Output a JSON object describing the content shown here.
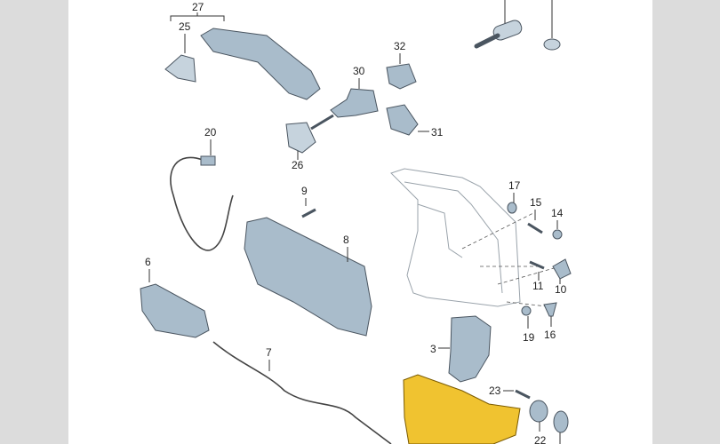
{
  "diagram": {
    "callouts": {
      "p3": "3",
      "p6": "6",
      "p7": "7",
      "p8": "8",
      "p9": "9",
      "p10": "10",
      "p11": "11",
      "p14": "14",
      "p15": "15",
      "p16": "16",
      "p17": "17",
      "p19": "19",
      "p20": "20",
      "p22": "22",
      "p23": "23",
      "p25": "25",
      "p26": "26",
      "p27": "27",
      "p30": "30",
      "p31": "31",
      "p32": "32"
    },
    "colors": {
      "background": "#ffffff",
      "border": "#dcdcdc",
      "lock_unit": "#f0c330",
      "parts": "#a9bccb"
    }
  }
}
